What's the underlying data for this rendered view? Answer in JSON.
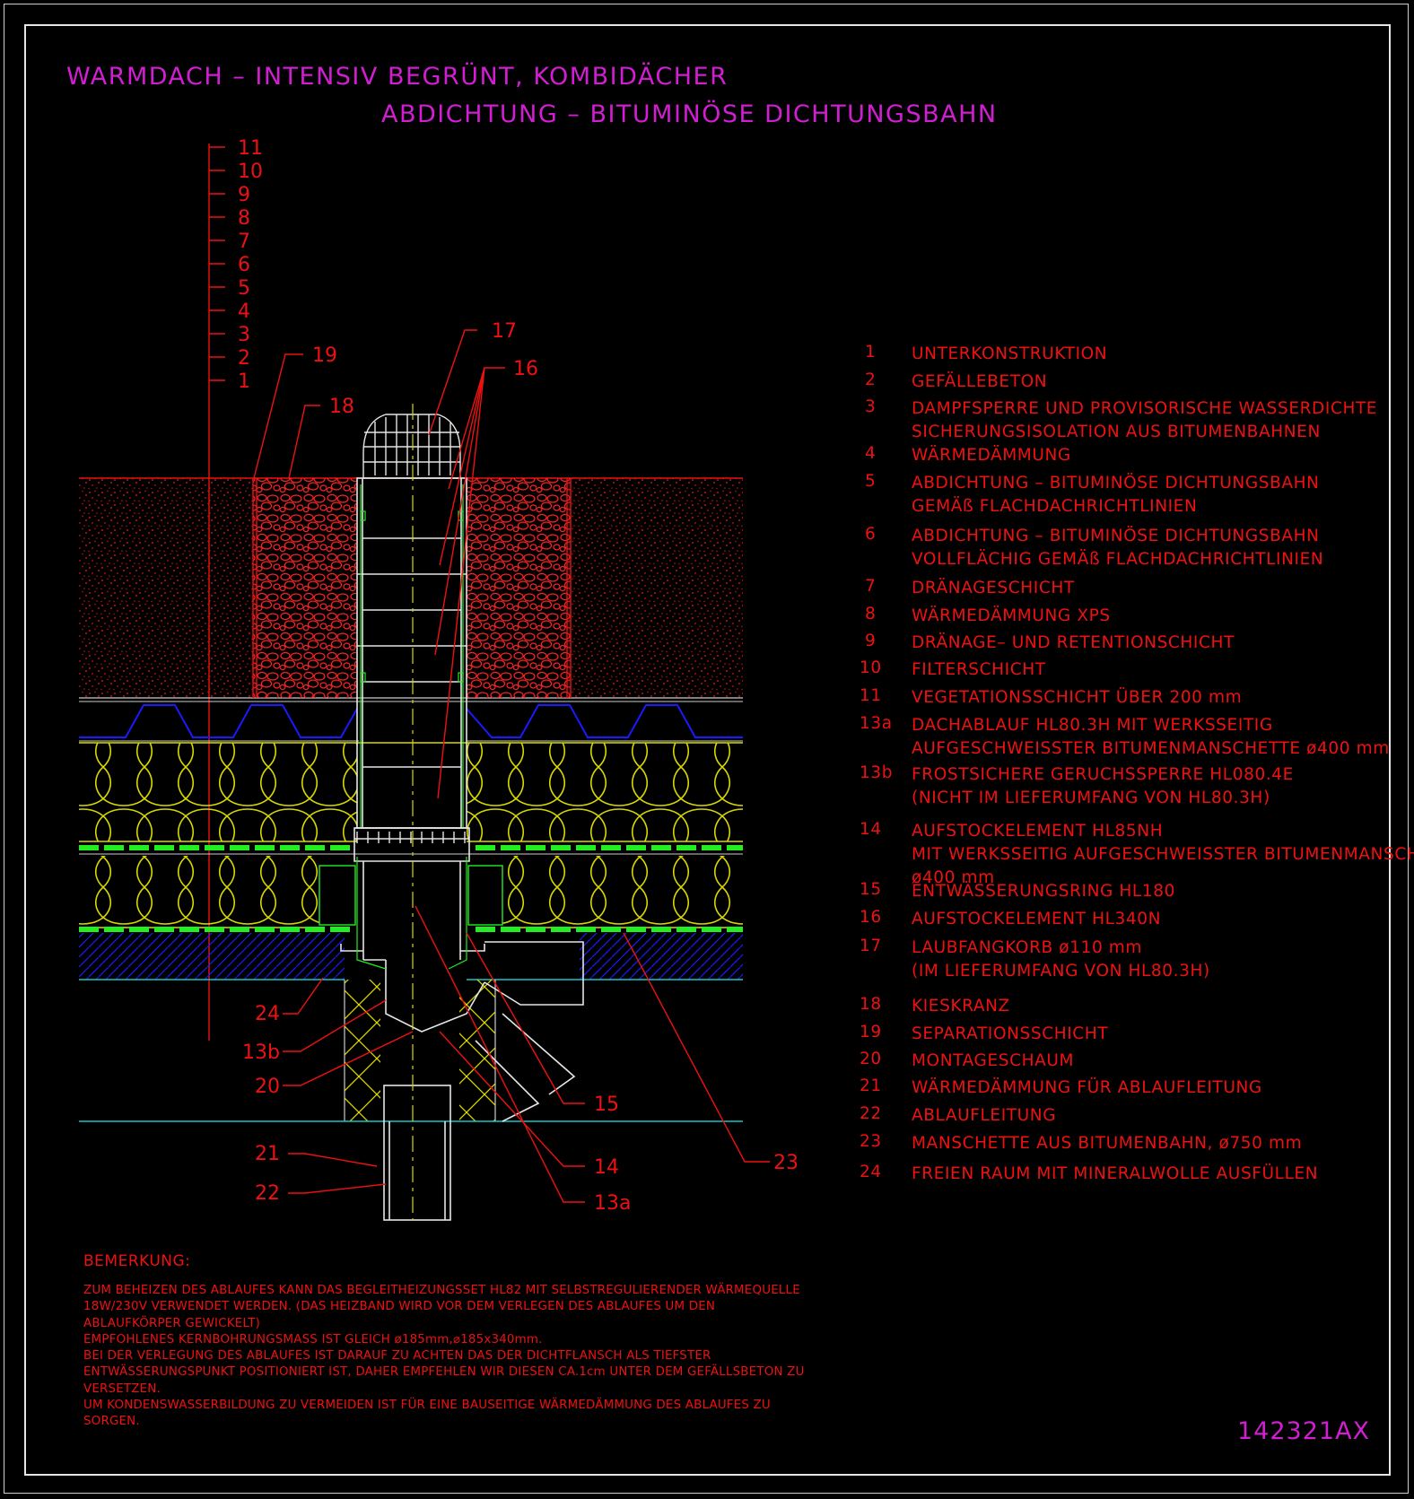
{
  "title": {
    "line1": "WARMDACH – INTENSIV BEGRÜNT, KOMBIDÄCHER",
    "line2": "ABDICHTUNG – BITUMINÖSE DICHTUNGSBAHN"
  },
  "layer_scale": [
    "1",
    "2",
    "3",
    "4",
    "5",
    "6",
    "7",
    "8",
    "9",
    "10",
    "11"
  ],
  "callouts": {
    "c17": "17",
    "c16": "16",
    "c19": "19",
    "c18": "18",
    "c24": "24",
    "c13b": "13b",
    "c20": "20",
    "c21": "21",
    "c22": "22",
    "c15": "15",
    "c14": "14",
    "c13a": "13a",
    "c23": "23"
  },
  "legend": [
    {
      "num": "1",
      "lines": [
        "UNTERKONSTRUKTION"
      ]
    },
    {
      "num": "2",
      "lines": [
        "GEFÄLLEBETON"
      ]
    },
    {
      "num": "3",
      "lines": [
        "DAMPFSPERRE UND PROVISORISCHE WASSERDICHTE",
        "SICHERUNGSISOLATION AUS BITUMENBAHNEN"
      ]
    },
    {
      "num": "4",
      "lines": [
        "WÄRMEDÄMMUNG"
      ]
    },
    {
      "num": "5",
      "lines": [
        "ABDICHTUNG – BITUMINÖSE DICHTUNGSBAHN",
        "GEMÄß FLACHDACHRICHTLINIEN"
      ]
    },
    {
      "num": "6",
      "lines": [
        "ABDICHTUNG – BITUMINÖSE DICHTUNGSBAHN",
        "VOLLFLÄCHIG GEMÄß FLACHDACHRICHTLINIEN"
      ]
    },
    {
      "num": "7",
      "lines": [
        "DRÄNAGESCHICHT"
      ]
    },
    {
      "num": "8",
      "lines": [
        "WÄRMEDÄMMUNG XPS"
      ]
    },
    {
      "num": "9",
      "lines": [
        "DRÄNAGE– UND RETENTIONSCHICHT"
      ]
    },
    {
      "num": "10",
      "lines": [
        "FILTERSCHICHT"
      ]
    },
    {
      "num": "11",
      "lines": [
        "VEGETATIONSSCHICHT ÜBER 200 mm"
      ]
    },
    {
      "num": "13a",
      "lines": [
        "DACHABLAUF HL80.3H MIT WERKSSEITIG",
        "AUFGESCHWEISSTER BITUMENMANSCHETTE ø400 mm"
      ]
    },
    {
      "num": "13b",
      "lines": [
        "FROSTSICHERE GERUCHSSPERRE HL080.4E",
        "(NICHT IM LIEFERUMFANG VON HL80.3H)"
      ]
    },
    {
      "num": "14",
      "lines": [
        "AUFSTOCKELEMENT HL85NH",
        "MIT WERKSSEITIG AUFGESCHWEISSTER BITUMENMANSCHETTE",
        "ø400 mm"
      ]
    },
    {
      "num": "15",
      "lines": [
        "ENTWÄSSERUNGSRING HL180"
      ]
    },
    {
      "num": "16",
      "lines": [
        "AUFSTOCKELEMENT HL340N"
      ]
    },
    {
      "num": "17",
      "lines": [
        "LAUBFANGKORB ø110 mm",
        "(IM LIEFERUMFANG VON HL80.3H)"
      ]
    },
    {
      "num": "18",
      "lines": [
        "KIESKRANZ"
      ]
    },
    {
      "num": "19",
      "lines": [
        "SEPARATIONSSCHICHT"
      ]
    },
    {
      "num": "20",
      "lines": [
        "MONTAGESCHAUM"
      ]
    },
    {
      "num": "21",
      "lines": [
        "WÄRMEDÄMMUNG FÜR ABLAUFLEITUNG"
      ]
    },
    {
      "num": "22",
      "lines": [
        "ABLAUFLEITUNG"
      ]
    },
    {
      "num": "23",
      "lines": [
        "MANSCHETTE AUS BITUMENBAHN, ø750 mm"
      ]
    },
    {
      "num": "24",
      "lines": [
        "FREIEN RAUM MIT MINERALWOLLE AUSFÜLLEN"
      ]
    }
  ],
  "remarks": {
    "heading": "BEMERKUNG:",
    "lines": [
      "ZUM BEHEIZEN DES ABLAUFES KANN DAS BEGLEITHEIZUNGSSET HL82 MIT SELBSTREGULIERENDER WÄRMEQUELLE",
      "18W/230V VERWENDET WERDEN. (DAS HEIZBAND WIRD VOR DEM VERLEGEN DES ABLAUFES UM DEN",
      "ABLAUFKÖRPER GEWICKELT)",
      "EMPFOHLENES KERNBOHRUNGSMASS IST GLEICH ø185mm,⌀185x340mm.",
      "BEI DER VERLEGUNG DES ABLAUFES IST DARAUF ZU ACHTEN DAS DER DICHTFLANSCH ALS TIEFSTER",
      "ENTWÄSSERUNGSPUNKT POSITIONIERT IST, DAHER EMPFEHLEN WIR DIESEN CA.1cm UNTER DEM GEFÄLLSBETON ZU",
      "VERSETZEN.",
      "UM KONDENSWASSERBILDUNG ZU VERMEIDEN IST FÜR EINE BAUSEITIGE WÄRMEDÄMMUNG DES ABLAUFES ZU",
      "SORGEN."
    ]
  },
  "drawing_code": "142321AX",
  "colors": {
    "background": "#000000",
    "title": "#d21ed2",
    "annotation": "#ee1111",
    "frame": "#e6e6e6",
    "insulation": "#d8d800",
    "drainage": "#1a1aff",
    "membrane": "#22ee22",
    "drain_body": "#e6e6e6",
    "concrete_hatch": "#1a1aff",
    "slab_line": "#19c6c6"
  }
}
